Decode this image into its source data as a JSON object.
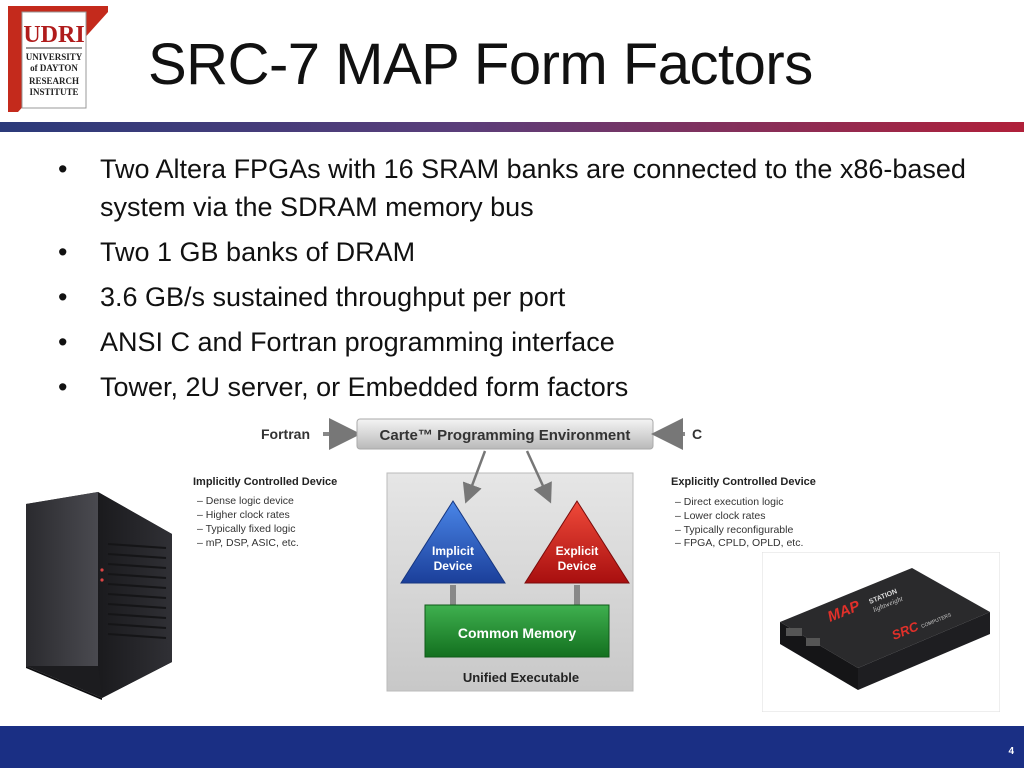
{
  "logo": {
    "line1": "UDRI",
    "line2": "UNIVERSITY",
    "line3": "of DAYTON",
    "line4": "RESEARCH",
    "line5": "INSTITUTE"
  },
  "title": "SRC-7 MAP Form Factors",
  "bullets": [
    {
      "marker": "•",
      "text": "Two Altera FPGAs with 16 SRAM banks are connected to the x86-based system via the SDRAM memory bus"
    },
    {
      "marker": "•",
      "text": "Two 1 GB banks of DRAM"
    },
    {
      "marker": "•",
      "text": "3.6 GB/s sustained throughput per port"
    },
    {
      "marker": "•",
      "text": "ANSI C and Fortran programming interface"
    },
    {
      "marker": "•",
      "text": "Tower, 2U server, or Embedded form factors"
    }
  ],
  "diagram": {
    "fortran": "Fortran",
    "env": "Carte™ Programming Environment",
    "c": "C",
    "implicit_title": "Implicitly Controlled Device",
    "implicit_items": [
      "– Dense logic device",
      "– Higher clock rates",
      "– Typically fixed logic",
      "– mP, DSP, ASIC, etc."
    ],
    "explicit_title": "Explicitly Controlled Device",
    "explicit_items": [
      "– Direct execution logic",
      "– Lower clock rates",
      "– Typically reconfigurable",
      "– FPGA, CPLD, OPLD, etc."
    ],
    "implicit_l1": "Implicit",
    "implicit_l2": "Device",
    "explicit_l1": "Explicit",
    "explicit_l2": "Device",
    "memory": "Common Memory",
    "unified": "Unified Executable"
  },
  "product": {
    "brand_map": "MAP",
    "brand_station": "STATION",
    "brand_sub": "lightweight",
    "brand_src": "SRC",
    "brand_computers": "COMPUTERS"
  },
  "page_number": "4",
  "colors": {
    "title_rule_start": "#2b3a7a",
    "title_rule_end": "#b0203a",
    "footer": "#1a2f84",
    "implicit": "#1d4fb8",
    "explicit": "#cc1a1a",
    "memory": "#1f8a2e"
  }
}
